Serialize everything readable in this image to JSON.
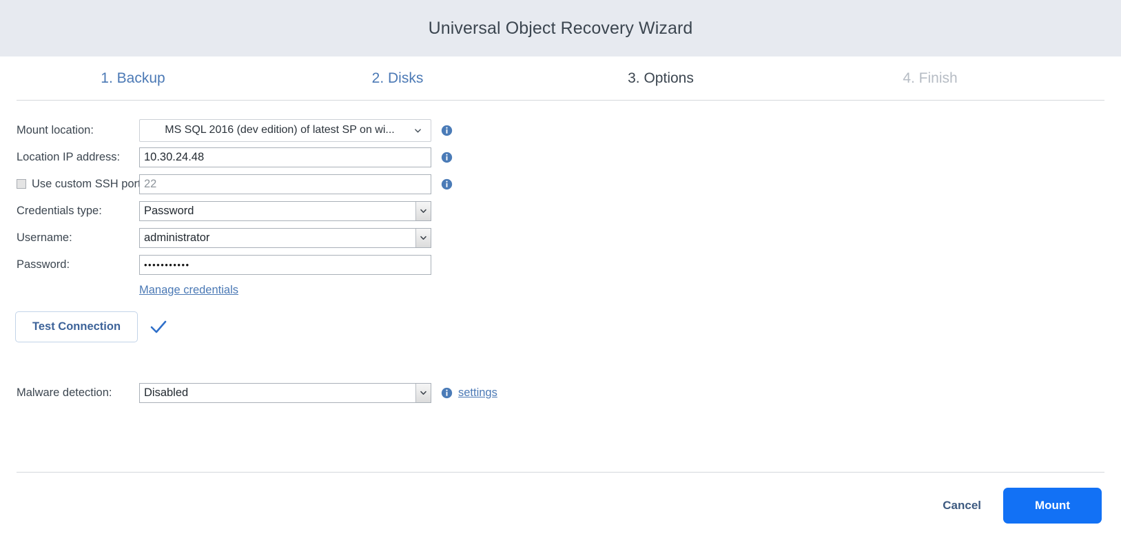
{
  "window": {
    "title": "Universal Object Recovery Wizard"
  },
  "steps": [
    {
      "label": "1. Backup",
      "state": "done"
    },
    {
      "label": "2. Disks",
      "state": "done"
    },
    {
      "label": "3. Options",
      "state": "active"
    },
    {
      "label": "4. Finish",
      "state": "todo"
    }
  ],
  "form": {
    "mount_location": {
      "label": "Mount location:",
      "value": "MS SQL 2016 (dev edition) of latest SP on wi..."
    },
    "location_ip": {
      "label": "Location IP address:",
      "value": "10.30.24.48"
    },
    "ssh_port": {
      "label": "Use custom SSH port:",
      "checked": false,
      "placeholder": "22",
      "value": ""
    },
    "credentials_type": {
      "label": "Credentials type:",
      "value": "Password"
    },
    "username": {
      "label": "Username:",
      "value": "administrator"
    },
    "password": {
      "label": "Password:",
      "value": "•••••••••••"
    },
    "manage_credentials_link": "Manage credentials",
    "test_connection_button": "Test Connection",
    "test_connection_status": "success-check-icon",
    "malware_detection": {
      "label": "Malware detection:",
      "value": "Disabled",
      "settings_link": "settings"
    }
  },
  "footer": {
    "cancel_label": "Cancel",
    "mount_label": "Mount"
  },
  "colors": {
    "header_background": "#e7eaf0",
    "link_blue": "#4b79b5",
    "primary_button": "#1271f5",
    "info_icon": "#4a7bb7",
    "step_active": "#3c4650",
    "step_disabled": "#b6bcc4"
  }
}
